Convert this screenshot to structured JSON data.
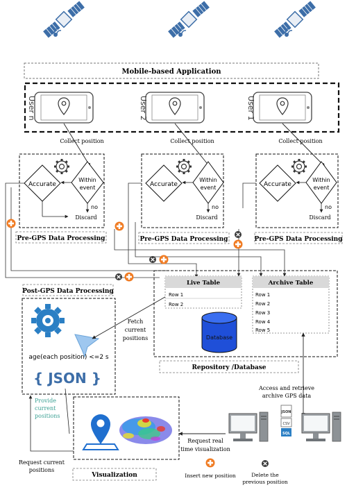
{
  "header": {
    "app_title": "Mobile-based Application"
  },
  "phones": [
    {
      "user_label": "User n"
    },
    {
      "user_label": "User 2"
    },
    {
      "user_label": "User 1"
    }
  ],
  "flow": {
    "collect_position": "Collect position",
    "accurate": "Accurate",
    "within": "Within",
    "event": "event",
    "no": "no",
    "discard": "Discard",
    "pre_gps": "Pre-GPS  Data  Processing",
    "post_gps": "Post-GPS Data Processing",
    "fetch_1": "Fetch",
    "fetch_2": "current",
    "fetch_3": "positions",
    "age_condition": "age(each position) <=2 s",
    "json_label": "{ JSON }",
    "provide_1": "Provide",
    "provide_2": "current",
    "provide_3": "positions",
    "request_current_1": "Request current",
    "request_current_2": "positions",
    "request_rt_1": "Request real",
    "request_rt_2": "time visualization",
    "access_1": "Access and retrieve",
    "access_2": "archive GPS data"
  },
  "repository": {
    "title": "Repository /Database",
    "live_table": {
      "title": "Live Table",
      "rows": [
        "Row 1",
        "Row 2"
      ]
    },
    "archive_table": {
      "title": "Archive Table",
      "rows": [
        "Row 1",
        "Row 2",
        "Row 3",
        "Row 4",
        "Row 5"
      ]
    },
    "database_label": "Database"
  },
  "visualization": {
    "title": "Visualization"
  },
  "legend": {
    "insert_1": "Insert new position",
    "delete_1": "Delete the",
    "delete_2": "previous position"
  },
  "file_icons": {
    "json": "JSON",
    "csv": "CSV",
    "sql": "SQL"
  },
  "colors": {
    "orange": "#f07c24",
    "satellite_blue": "#3d6ea8",
    "gear_blue": "#2b7fc4",
    "database_blue": "#1f4fd8",
    "heat_blue": "#2a2ad8",
    "table_header": "#d9d9d9",
    "provide_text": "#3aa093"
  }
}
